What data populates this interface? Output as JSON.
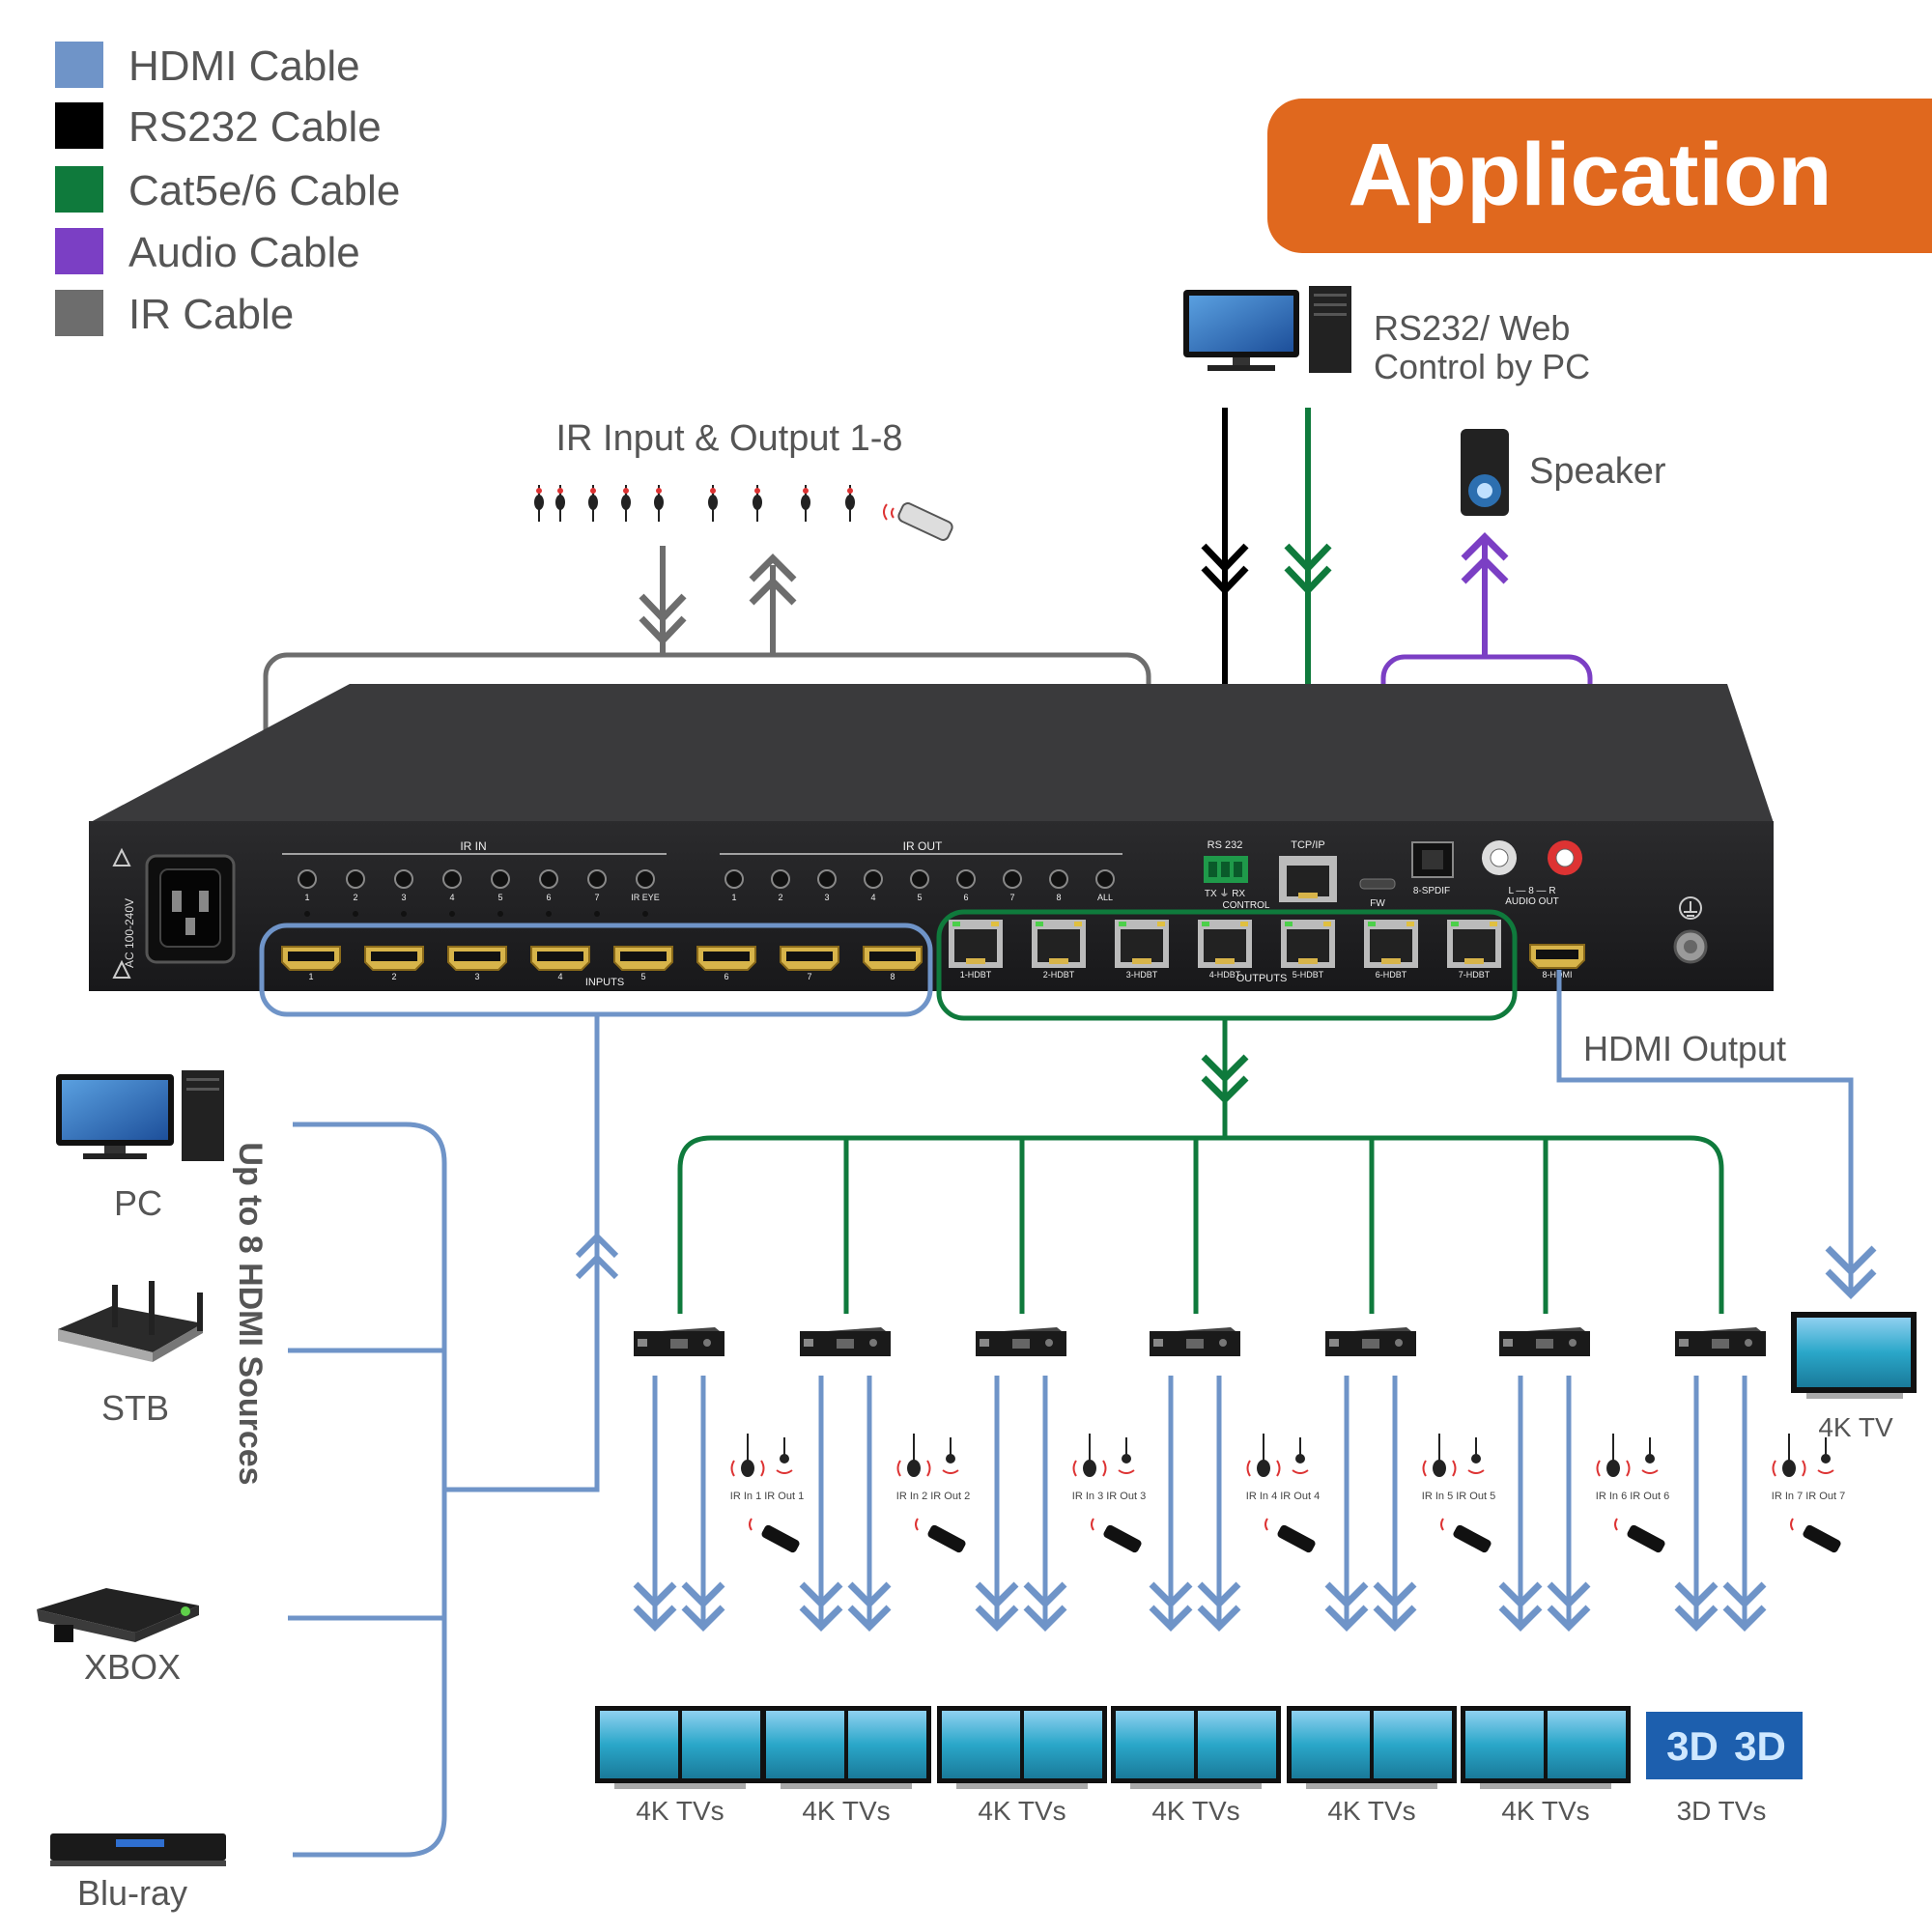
{
  "legend": [
    {
      "label": "HDMI Cable",
      "color": "#6f94c8"
    },
    {
      "label": "RS232 Cable",
      "color": "#000000"
    },
    {
      "label": "Cat5e/6 Cable",
      "color": "#0f7a3c"
    },
    {
      "label": "Audio Cable",
      "color": "#7b3fc4"
    },
    {
      "label": "IR Cable",
      "color": "#6d6d6d"
    }
  ],
  "banner": {
    "title": "Application",
    "color": "#e0681e"
  },
  "pc_control": {
    "line1": "RS232/ Web",
    "line2": "Control by PC"
  },
  "speaker_label": "Speaker",
  "ir_io_label": "IR Input & Output 1-8",
  "hdmi_output_label": "HDMI Output",
  "sources_caption": "Up to 8 HDMI Sources",
  "sources": [
    "PC",
    "STB",
    "XBOX",
    "Blu-ray"
  ],
  "device_panel": {
    "ir_in": "IR IN",
    "ir_out": "IR OUT",
    "ir_in_ports": [
      "1",
      "2",
      "3",
      "4",
      "5",
      "6",
      "7",
      "IR EYE"
    ],
    "ir_out_ports": [
      "1",
      "2",
      "3",
      "4",
      "5",
      "6",
      "7",
      "8",
      "ALL"
    ],
    "hdmi_inputs": [
      "1",
      "2",
      "3",
      "4",
      "5",
      "6",
      "7",
      "8"
    ],
    "inputs_label": "INPUTS",
    "outputs": [
      "1-HDBT",
      "2-HDBT",
      "3-HDBT",
      "4-HDBT",
      "5-HDBT",
      "6-HDBT",
      "7-HDBT",
      "8-HDMI"
    ],
    "outputs_label": "OUTPUTS",
    "rs232": "RS 232",
    "rs232_pins": "TX ⏚ RX",
    "control": "CONTROL",
    "tcpip": "TCP/IP",
    "fw": "FW",
    "spdif": "8-SPDIF",
    "audio_lr": "L — 8 — R",
    "audio_out": "AUDIO OUT",
    "power": "AC 100-240V"
  },
  "receivers": [
    {
      "ir": "IR In 1  IR Out 1",
      "display": "4K TVs"
    },
    {
      "ir": "IR In 2  IR Out 2",
      "display": "4K TVs"
    },
    {
      "ir": "IR In 3  IR Out 3",
      "display": "4K TVs"
    },
    {
      "ir": "IR In 4  IR Out 4",
      "display": "4K TVs"
    },
    {
      "ir": "IR In 5  IR Out 5",
      "display": "4K TVs"
    },
    {
      "ir": "IR In 6  IR Out 6",
      "display": "4K TVs"
    },
    {
      "ir": "IR In 7  IR Out 7",
      "display": "3D TVs"
    }
  ],
  "single_tv_label": "4K TV"
}
